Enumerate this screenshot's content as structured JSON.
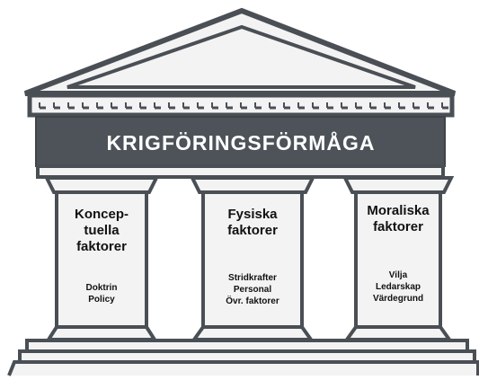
{
  "banner": {
    "title": "KRIGFÖRINGSFÖRMÅGA"
  },
  "pillars": [
    {
      "title_lines": [
        "Koncep-",
        "tuella",
        "faktorer"
      ],
      "items": [
        "Doktrin",
        "Policy"
      ]
    },
    {
      "title_lines": [
        "Fysiska",
        "faktorer"
      ],
      "items": [
        "Stridkrafter",
        "Personal",
        "Övr. faktorer"
      ]
    },
    {
      "title_lines": [
        "Moraliska",
        "faktorer"
      ],
      "items": [
        "Vilja",
        "Ledarskap",
        "Värdegrund"
      ]
    }
  ],
  "colors": {
    "stroke": "#4a4f55",
    "fill": "#f3f3f3",
    "banner": "#4d5359",
    "banner_text": "#ffffff",
    "text": "#111111"
  }
}
